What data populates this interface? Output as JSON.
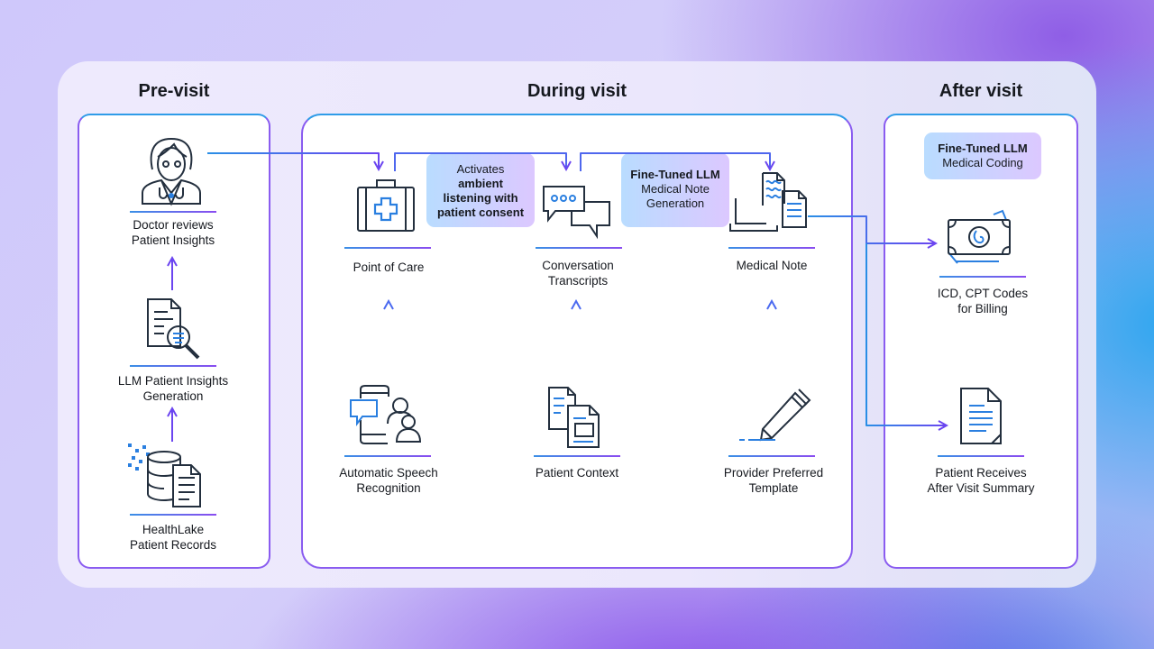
{
  "columns": {
    "pre": "Pre-visit",
    "during": "During visit",
    "after": "After visit"
  },
  "nodes": {
    "doctor": "Doctor reviews\nPatient Insights",
    "llm_insights": "LLM Patient Insights\nGeneration",
    "healthlake": "HealthLake\nPatient Records",
    "point_of_care": "Point of Care",
    "conversation": "Conversation\nTranscripts",
    "medical_note": "Medical Note",
    "asr": "Automatic Speech\nRecognition",
    "patient_context": "Patient Context",
    "provider_template": "Provider Preferred\nTemplate",
    "icd_cpt": "ICD, CPT Codes\nfor Billing",
    "after_visit_summary": "Patient Receives\nAfter Visit Summary"
  },
  "notes": {
    "ambient": {
      "line1": "Activates",
      "bold": "ambient\nlistening with\npatient consent"
    },
    "note_gen": {
      "bold": "Fine-Tuned LLM",
      "rest": "Medical Note\nGeneration"
    },
    "coding": {
      "bold": "Fine-Tuned LLM",
      "rest": "Medical Coding"
    }
  },
  "colors": {
    "arrow_purple": "#6b45f0",
    "arrow_blue": "#2a8fe6",
    "icon_stroke": "#232f3e",
    "icon_accent": "#2a7fe0"
  }
}
